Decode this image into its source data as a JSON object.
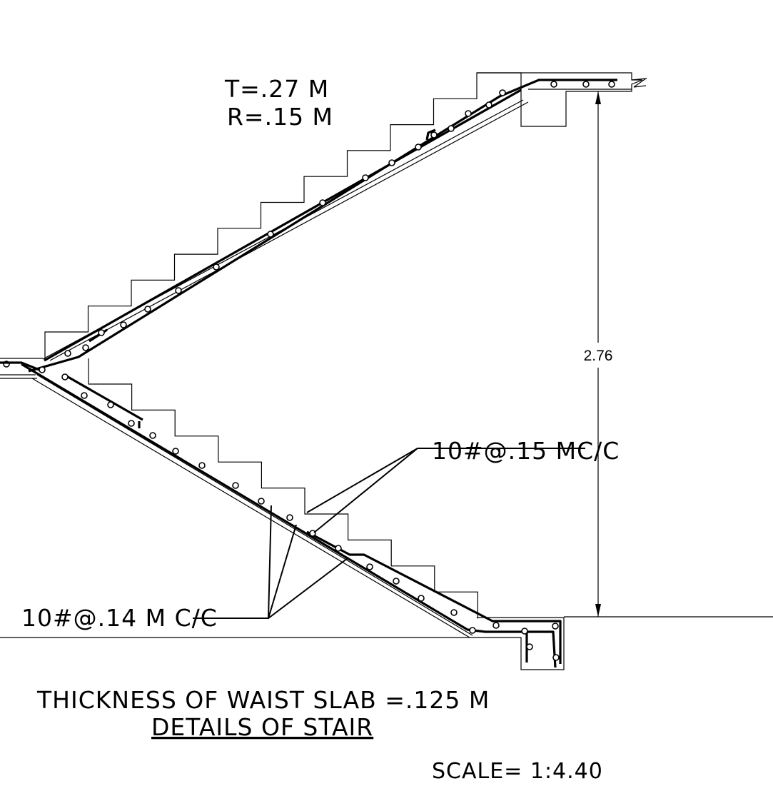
{
  "labels": {
    "tread": "T=.27  M",
    "riser": "R=.15  M",
    "dimension_height": "2.76",
    "bar_upper_callout": "10#@.15  MC/C",
    "bar_lower_callout": "10#@.14  M  C/C",
    "waist_slab": "THICKNESS  OF  WAIST  SLAB  =.125  M",
    "title": "DETAILS  OF  STAIR",
    "scale": "SCALE=  1:4.40"
  }
}
